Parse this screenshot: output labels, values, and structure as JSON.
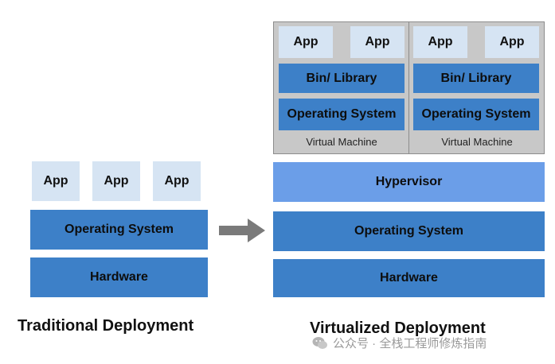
{
  "traditional": {
    "apps": [
      "App",
      "App",
      "App"
    ],
    "os": "Operating System",
    "hardware": "Hardware",
    "caption": "Traditional Deployment"
  },
  "virtualized": {
    "vms": [
      {
        "apps": [
          "App",
          "App"
        ],
        "library": "Bin/ Library",
        "os": "Operating System",
        "label": "Virtual Machine"
      },
      {
        "apps": [
          "App",
          "App"
        ],
        "library": "Bin/ Library",
        "os": "Operating System",
        "label": "Virtual Machine"
      }
    ],
    "hypervisor": "Hypervisor",
    "os": "Operating System",
    "hardware": "Hardware",
    "caption": "Virtualized Deployment"
  },
  "watermark": "公众号 · 全栈工程师修炼指南",
  "colors": {
    "app": "#d6e4f3",
    "layer": "#3d80c8",
    "hypervisor": "#6b9ee8",
    "vm_frame": "#c8c8c8",
    "arrow": "#7a7a7a"
  }
}
